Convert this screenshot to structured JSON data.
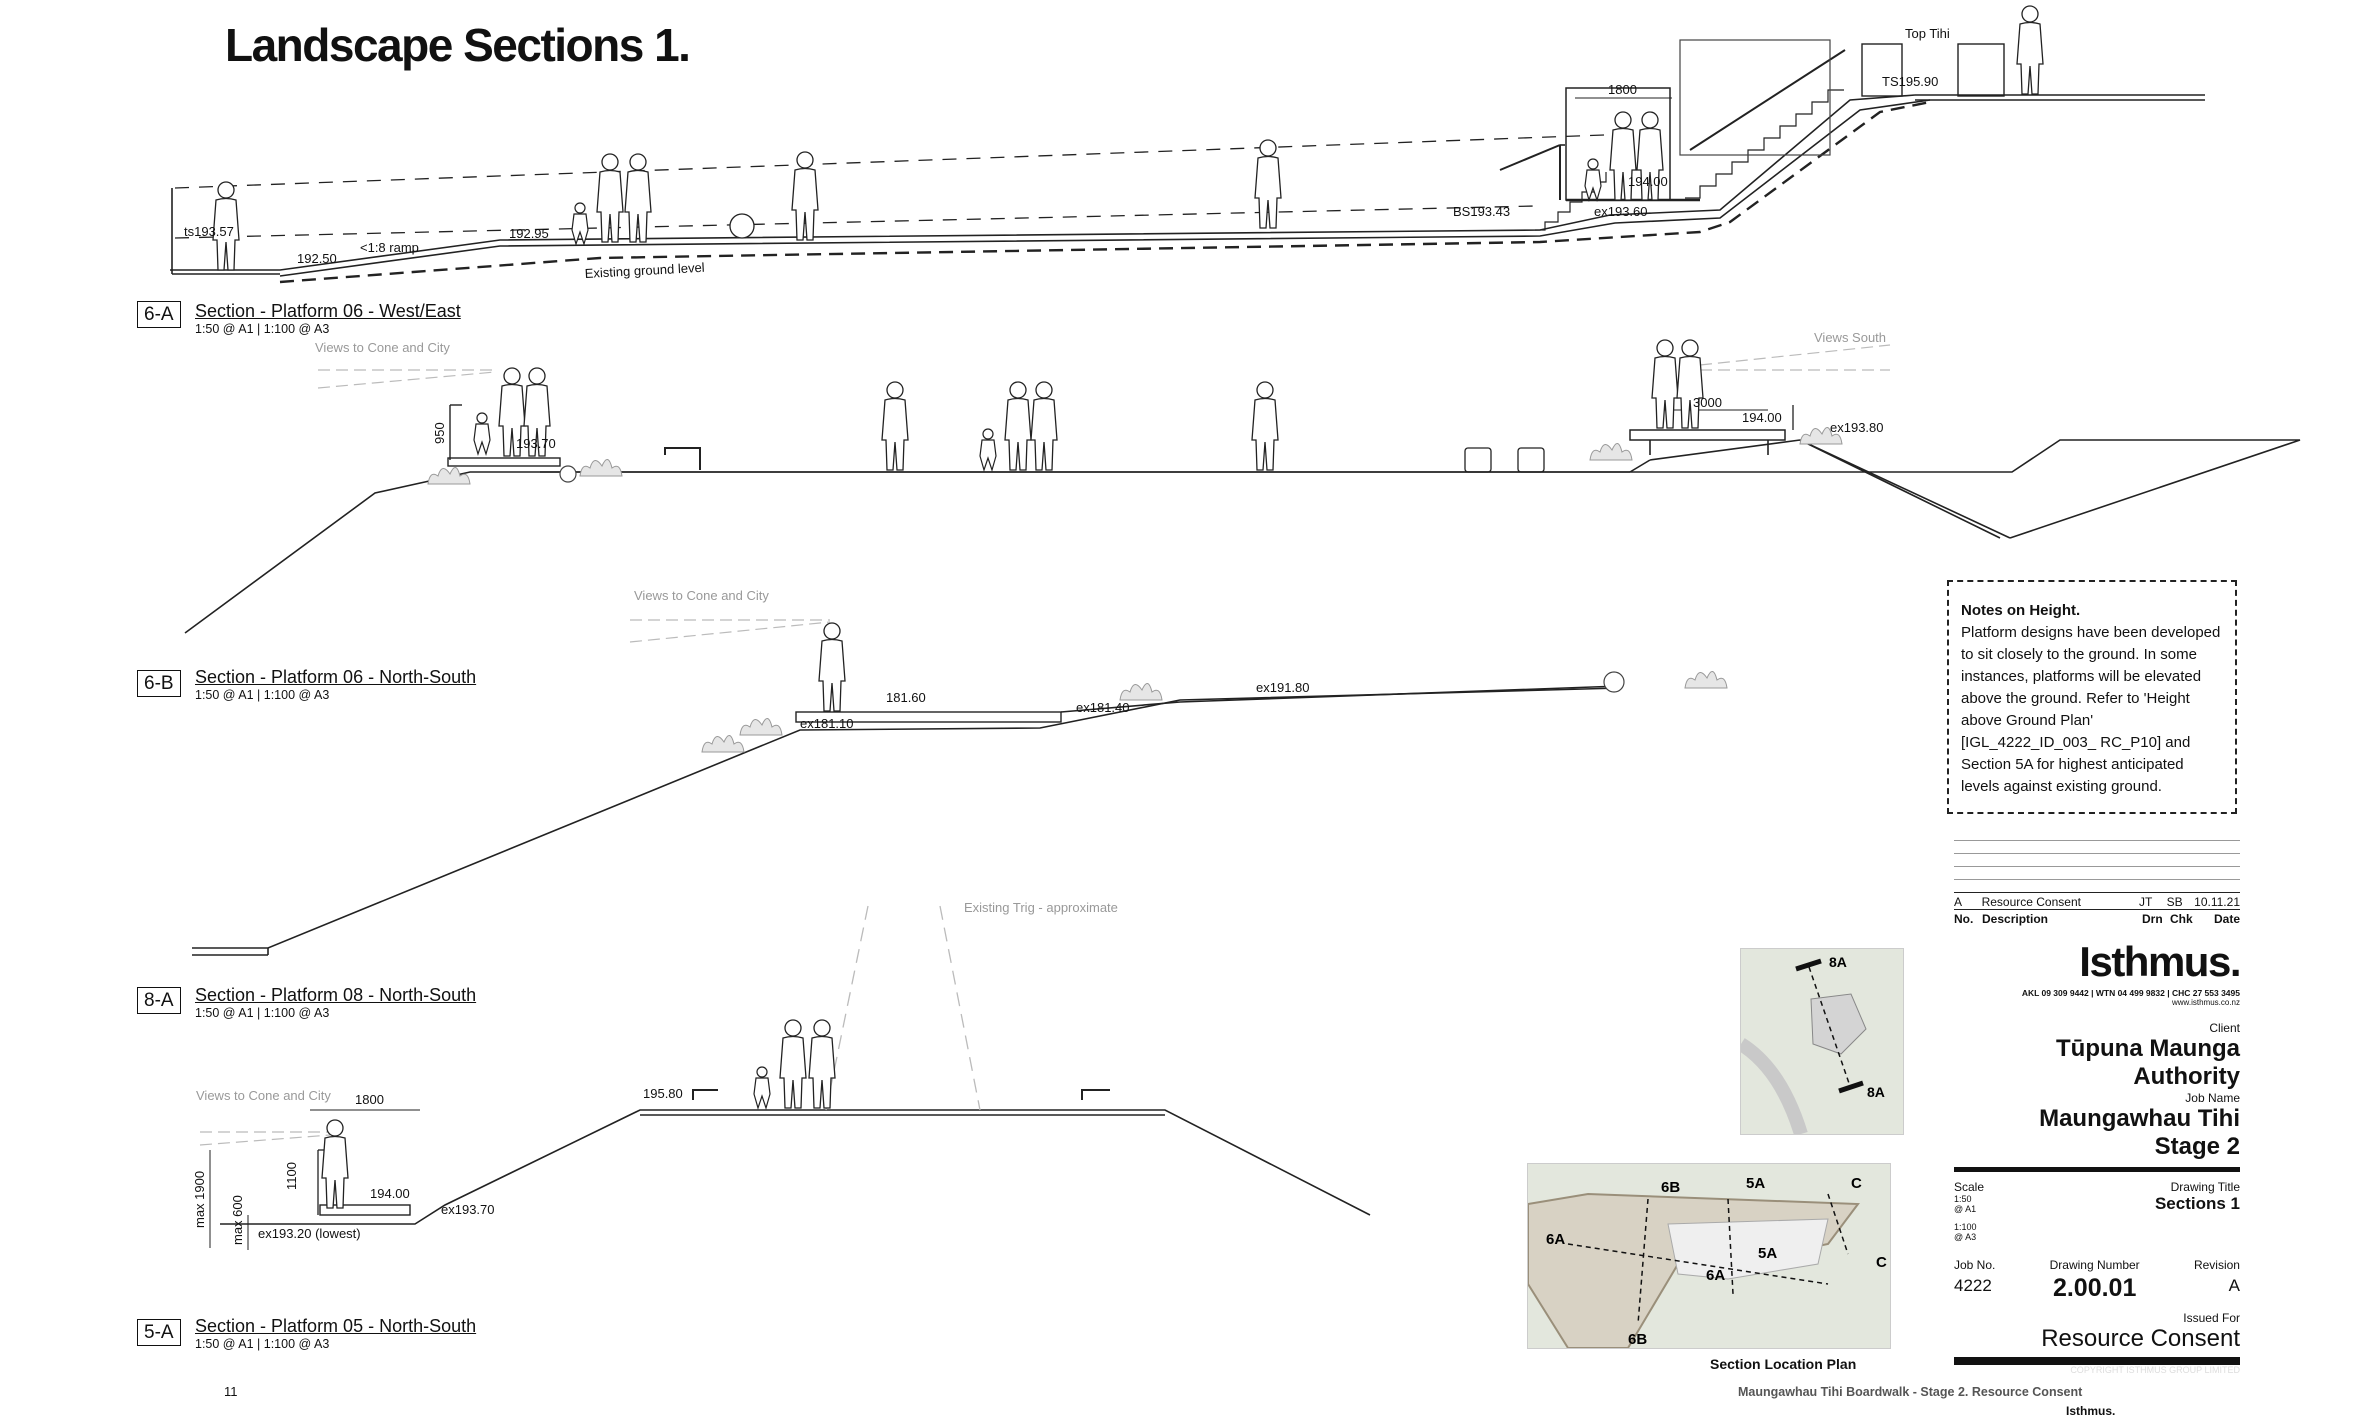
{
  "page": {
    "title": "Landscape Sections 1.",
    "page_number": "11",
    "footer_caption": "Maungawhau Tihi Boardwalk - Stage 2. Resource Consent",
    "footer_brand": "Isthmus."
  },
  "sections": [
    {
      "tag": "6-A",
      "title": "Section - Platform 06 - West/East",
      "scale": "1:50 @ A1 | 1:100 @ A3"
    },
    {
      "tag": "6-B",
      "title": "Section - Platform 06 - North-South",
      "scale": "1:50 @ A1 | 1:100 @ A3"
    },
    {
      "tag": "8-A",
      "title": "Section - Platform 08 - North-South",
      "scale": "1:50 @ A1 | 1:100 @ A3"
    },
    {
      "tag": "5-A",
      "title": "Section - Platform 05 - North-South",
      "scale": "1:50 @ A1 | 1:100 @ A3"
    }
  ],
  "annotations": {
    "s6a": {
      "ts": "ts193.57",
      "l1": "192.50",
      "ramp": "<1:8 ramp",
      "l2": "192.95",
      "egl": "Existing ground level",
      "bs": "BS193.43",
      "w": "1800",
      "deck": "194.00",
      "ex": "ex193.60",
      "toptihi": "Top Tihi",
      "ts2": "TS195.90"
    },
    "s6b": {
      "views": "Views to Cone and City",
      "h": "950",
      "lvl": "193.70",
      "viewsSouth": "Views South",
      "w": "3000",
      "deck": "194.00",
      "ex": "ex193.80"
    },
    "s8a": {
      "views": "Views to Cone and City",
      "l1": "181.60",
      "ex1": "ex181.10",
      "ex2": "ex181.40",
      "ex3": "ex191.80"
    },
    "s5a": {
      "trig": "Existing Trig - approximate",
      "l1": "195.80",
      "views": "Views to Cone and City",
      "w": "1800",
      "h1": "1100",
      "max1": "max 1900",
      "max2": "max 600",
      "deck": "194.00",
      "ex": "ex193.70",
      "exl": "ex193.20 (lowest)"
    }
  },
  "notes": {
    "heading": "Notes on Height.",
    "body": "Platform designs have been developed to sit closely to the ground. In some instances, platforms will be elevated above the ground. Refer to 'Height above Ground Plan' [IGL_4222_ID_003_ RC_P10] and Section 5A for highest anticipated levels against existing ground."
  },
  "revisions": {
    "headers": {
      "no": "No.",
      "desc": "Description",
      "drn": "Drn",
      "chk": "Chk",
      "date": "Date"
    },
    "rows": [
      {
        "no": "A",
        "desc": "Resource Consent",
        "drn": "JT",
        "chk": "SB",
        "date": "10.11.21"
      }
    ]
  },
  "titleblock": {
    "logo": "Isthmus.",
    "contact": "AKL 09 309 9442 | WTN 04 499 9832 | CHC 27 553 3495",
    "web": "www.isthmus.co.nz",
    "client_label": "Client",
    "client_l1": "Tūpuna Maunga",
    "client_l2": "Authority",
    "job_label": "Job Name",
    "job_l1": "Maungawhau Tihi",
    "job_l2": "Stage 2",
    "scale_label": "Scale",
    "scale_1a": "1:50",
    "scale_1b": "@ A1",
    "scale_2a": "1:100",
    "scale_2b": "@ A3",
    "title_label": "Drawing Title",
    "title_value": "Sections 1",
    "jobno_label": "Job No.",
    "jobno_value": "4222",
    "drawno_label": "Drawing Number",
    "drawno_value": "2.00.01",
    "rev_label": "Revision",
    "rev_value": "A",
    "issued_label": "Issued For",
    "issued_value": "Resource Consent",
    "copyright": "COPYRIGHT ISTHMUS GROUP LIMITED"
  },
  "keyplan": {
    "caption": "Section Location Plan",
    "labels": {
      "a8": "8A",
      "b6": "6B",
      "a5": "5A",
      "c": "C",
      "a6": "6A"
    }
  }
}
